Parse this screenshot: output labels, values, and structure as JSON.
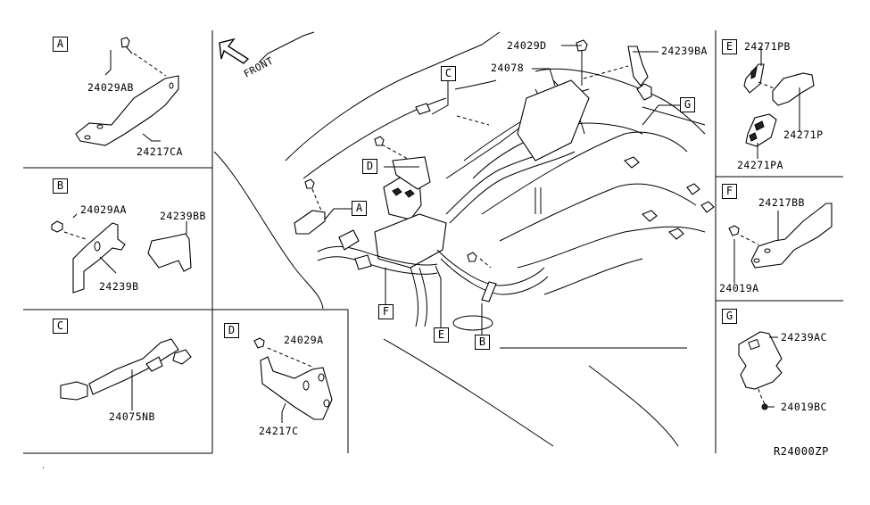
{
  "diagram": {
    "type": "parts-exploded-view",
    "reference_code": "R24000ZP",
    "orientation_label": "FRONT",
    "main_view": {
      "part_labels": [
        "24029D",
        "24078",
        "24239BA"
      ],
      "detail_callouts": [
        "A",
        "B",
        "C",
        "D",
        "E",
        "F",
        "G"
      ]
    },
    "panels": [
      {
        "id": "A",
        "parts": [
          "24029AB",
          "24217CA"
        ]
      },
      {
        "id": "B",
        "parts": [
          "24029AA",
          "24239BB",
          "24239B"
        ]
      },
      {
        "id": "C",
        "parts": [
          "24075NB"
        ]
      },
      {
        "id": "D",
        "parts": [
          "24029A",
          "24217C"
        ]
      },
      {
        "id": "E",
        "parts": [
          "24271PB",
          "24271P",
          "24271PA"
        ]
      },
      {
        "id": "F",
        "parts": [
          "24217BB",
          "24019A"
        ]
      },
      {
        "id": "G",
        "parts": [
          "24239AC",
          "24019BC"
        ]
      }
    ]
  }
}
